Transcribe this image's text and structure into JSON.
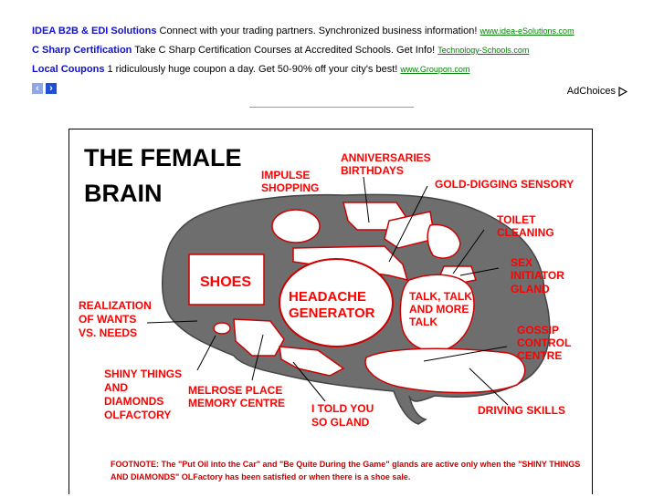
{
  "ads": [
    {
      "title": "IDEA B2B & EDI Solutions",
      "text": " Connect with your trading partners. Synchronized business information! ",
      "url": "www.idea-eSolutions.com"
    },
    {
      "title": "C Sharp Certification",
      "text": " Take C Sharp Certification Courses at Accredited Schools. Get Info! ",
      "url": "Technology-Schools.com"
    },
    {
      "title": "Local Coupons",
      "text": " 1 ridiculously huge coupon a day. Get 50-90% off your city's best! ",
      "url": "www.Groupon.com"
    }
  ],
  "nav": {
    "prev": "‹",
    "next": "›"
  },
  "adchoices": "AdChoices",
  "cartoon": {
    "title_line1": "THE FEMALE",
    "title_line2": "BRAIN",
    "impulse1": "IMPULSE",
    "impulse2": "SHOPPING",
    "anniv1": "ANNIVERSARIES",
    "anniv2": "BIRTHDAYS",
    "gold": "GOLD-DIGGING SENSORY",
    "toilet1": "TOILET",
    "toilet2": "CLEANING",
    "sex1": "SEX",
    "sex2": "INITIATOR",
    "sex3": "GLAND",
    "shoes": "SHOES",
    "headache1": "HEADACHE",
    "headache2": "GENERATOR",
    "talk1": "TALK, TALK",
    "talk2": "AND MORE",
    "talk3": "TALK",
    "real1": "REALIZATION",
    "real2": "OF WANTS",
    "real3": "VS. NEEDS",
    "gossip1": "GOSSIP",
    "gossip2": "CONTROL",
    "gossip3": "CENTRE",
    "shiny1": "SHINY THINGS",
    "shiny2": "AND",
    "shiny3": "DIAMONDS",
    "shiny4": "OLFACTORY",
    "melrose1": "MELROSE PLACE",
    "melrose2": "MEMORY CENTRE",
    "told1": "I TOLD YOU",
    "told2": "SO GLAND",
    "driving": "DRIVING SKILLS",
    "footnote": "FOOTNOTE:  The \"Put Oil into the Car\" and \"Be Quite During the Game\" glands are active only when the \"SHINY THINGS AND DIAMONDS\" OLFactory has been satisfied or when there is a shoe sale."
  }
}
